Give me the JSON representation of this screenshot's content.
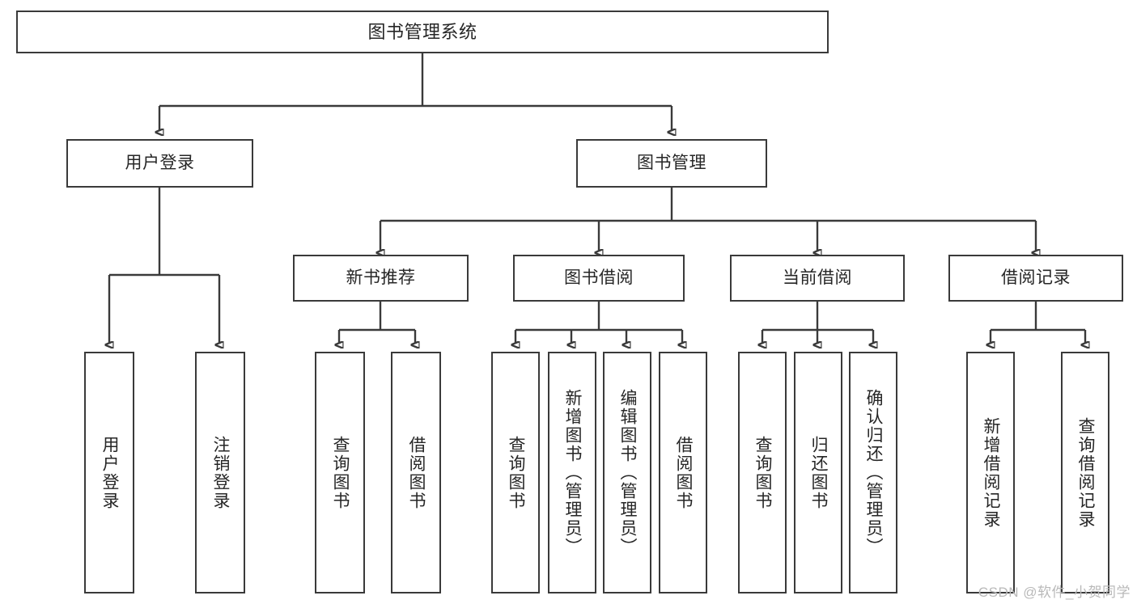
{
  "diagram": {
    "title": "图书管理系统",
    "type": "tree",
    "orientation": "top-down",
    "style": {
      "box_border_color": "#3a3a3a",
      "box_fill_color": "#ffffff",
      "text_color": "#262626",
      "connector_color": "#3a3a3a",
      "background_color": "#ffffff"
    },
    "nodes": {
      "root": {
        "label": "图书管理系统"
      },
      "level2": [
        {
          "id": "user-login",
          "label": "用户登录"
        },
        {
          "id": "book-manage",
          "label": "图书管理"
        }
      ],
      "level3": [
        {
          "id": "new-book-recommend",
          "label": "新书推荐"
        },
        {
          "id": "book-borrow",
          "label": "图书借阅"
        },
        {
          "id": "current-borrow",
          "label": "当前借阅"
        },
        {
          "id": "borrow-record",
          "label": "借阅记录"
        }
      ],
      "leaves": [
        {
          "id": "leaf-user-login",
          "label": "用户登录",
          "parent": "user-login"
        },
        {
          "id": "leaf-logout-login",
          "label": "注销登录",
          "parent": "user-login"
        },
        {
          "id": "leaf-query-book-1",
          "label": "查询图书",
          "parent": "new-book-recommend"
        },
        {
          "id": "leaf-borrow-book-1",
          "label": "借阅图书",
          "parent": "new-book-recommend"
        },
        {
          "id": "leaf-query-book-2",
          "label": "查询图书",
          "parent": "book-borrow"
        },
        {
          "id": "leaf-add-book",
          "label": "新增图书（管理员）",
          "parent": "book-borrow"
        },
        {
          "id": "leaf-edit-book",
          "label": "编辑图书（管理员）",
          "parent": "book-borrow"
        },
        {
          "id": "leaf-borrow-book-2",
          "label": "借阅图书",
          "parent": "book-borrow"
        },
        {
          "id": "leaf-query-book-3",
          "label": "查询图书",
          "parent": "current-borrow"
        },
        {
          "id": "leaf-return-book",
          "label": "归还图书",
          "parent": "current-borrow"
        },
        {
          "id": "leaf-confirm-return",
          "label": "确认归还（管理员）",
          "parent": "current-borrow"
        },
        {
          "id": "leaf-add-record",
          "label": "新增借阅记录",
          "parent": "borrow-record"
        },
        {
          "id": "leaf-query-record",
          "label": "查询借阅记录",
          "parent": "borrow-record"
        }
      ]
    },
    "edges": [
      {
        "from": "root",
        "to": "user-login"
      },
      {
        "from": "root",
        "to": "book-manage"
      },
      {
        "from": "user-login",
        "to": "leaf-user-login"
      },
      {
        "from": "user-login",
        "to": "leaf-logout-login"
      },
      {
        "from": "book-manage",
        "to": "new-book-recommend"
      },
      {
        "from": "book-manage",
        "to": "book-borrow"
      },
      {
        "from": "book-manage",
        "to": "current-borrow"
      },
      {
        "from": "book-manage",
        "to": "borrow-record"
      },
      {
        "from": "new-book-recommend",
        "to": "leaf-query-book-1"
      },
      {
        "from": "new-book-recommend",
        "to": "leaf-borrow-book-1"
      },
      {
        "from": "book-borrow",
        "to": "leaf-query-book-2"
      },
      {
        "from": "book-borrow",
        "to": "leaf-add-book"
      },
      {
        "from": "book-borrow",
        "to": "leaf-edit-book"
      },
      {
        "from": "book-borrow",
        "to": "leaf-borrow-book-2"
      },
      {
        "from": "current-borrow",
        "to": "leaf-query-book-3"
      },
      {
        "from": "current-borrow",
        "to": "leaf-return-book"
      },
      {
        "from": "current-borrow",
        "to": "leaf-confirm-return"
      },
      {
        "from": "borrow-record",
        "to": "leaf-add-record"
      },
      {
        "from": "borrow-record",
        "to": "leaf-query-record"
      }
    ]
  },
  "watermark": {
    "text": "CSDN @软件_小贺同学"
  }
}
